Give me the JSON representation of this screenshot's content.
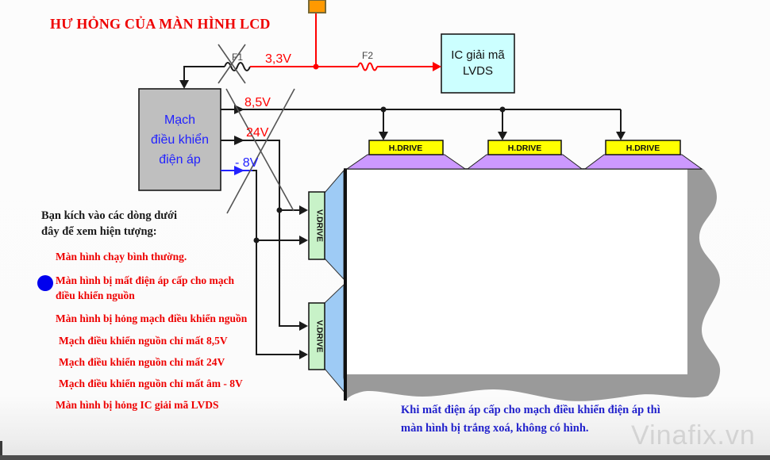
{
  "title": "HƯ HỎNG CỦA MÀN HÌNH LCD",
  "menu": {
    "intro_line1": "Bạn kích vào các dòng dưới",
    "intro_line2": "đây để xem hiện tượng:",
    "items": [
      "Màn hình chạy bình thường.",
      "Màn hình bị mất điện áp cấp cho mạch điều khiển nguồn",
      "Màn hình bị hỏng mạch điều khiển nguồn",
      "Mạch điều khiển nguồn chỉ mất 8,5V",
      "Mạch điều khiển nguồn chỉ mất 24V",
      "Mạch điều khiển nguồn chỉ mất âm - 8V",
      "Màn hình bị hỏng IC giải mã LVDS"
    ],
    "selected_index": 1
  },
  "diagram": {
    "fuse1_label": "F1",
    "fuse2_label": "F2",
    "v33_label": "3,3V",
    "v85_label": "8,5V",
    "v24_label": "24V",
    "vm8_label": "- 8V",
    "ctrl_box_line1": "Mạch",
    "ctrl_box_line2": "điều khiển",
    "ctrl_box_line3": "điện áp",
    "ic_box_line1": "IC giải mã",
    "ic_box_line2": "LVDS",
    "hdrive_label": "H.DRIVE",
    "vdrive_label": "V.DRIVE"
  },
  "note": {
    "line1": "Khi mất điện áp cấp cho mạch điều khiển điện áp thì",
    "line2": "màn hình bị trắng xoá, không có hình."
  },
  "watermark": "Vinafix.vn",
  "colors": {
    "accent_red": "#ff0000",
    "label_blue": "#2222ff",
    "ctrl_box_gray": "#bfbfbf",
    "ic_box_cyan": "#ccffff",
    "hdrive_yellow": "#ffff00",
    "trapezoid_purple": "#cc99ff",
    "vdrive_green": "#c8f2c8",
    "panel_blue": "#9ecbf5",
    "shadow_gray": "#9a9a9a",
    "power_square_orange": "#ff9900"
  }
}
